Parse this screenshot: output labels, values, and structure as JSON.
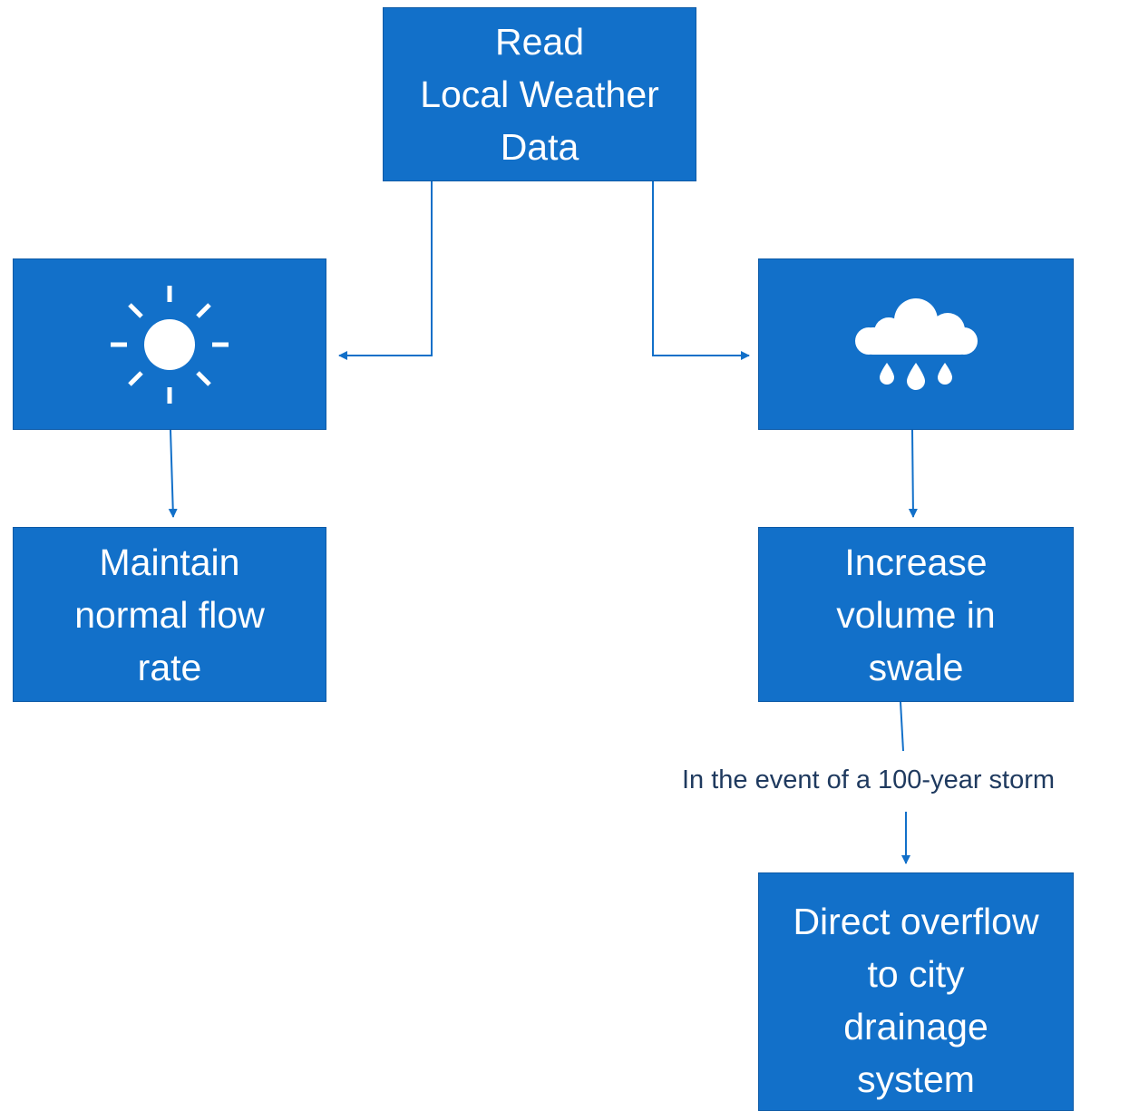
{
  "nodes": {
    "read_weather": {
      "lines": [
        "Read",
        "Local Weather",
        "Data"
      ]
    },
    "sunny": {
      "icon": "sun-icon"
    },
    "rainy": {
      "icon": "rain-cloud-icon"
    },
    "maintain": {
      "lines": [
        "Maintain",
        "normal flow",
        "rate"
      ]
    },
    "increase": {
      "lines": [
        "Increase",
        "volume in",
        "swale"
      ]
    },
    "direct": {
      "lines": [
        "Direct overflow",
        "to city",
        "drainage",
        "system"
      ]
    }
  },
  "edges": {
    "storm_label": "In the event of a 100-year storm"
  },
  "colors": {
    "box_fill": "#1270c9",
    "connector": "#1270c9",
    "box_text": "#ffffff",
    "label_text": "#1f3a5f"
  }
}
